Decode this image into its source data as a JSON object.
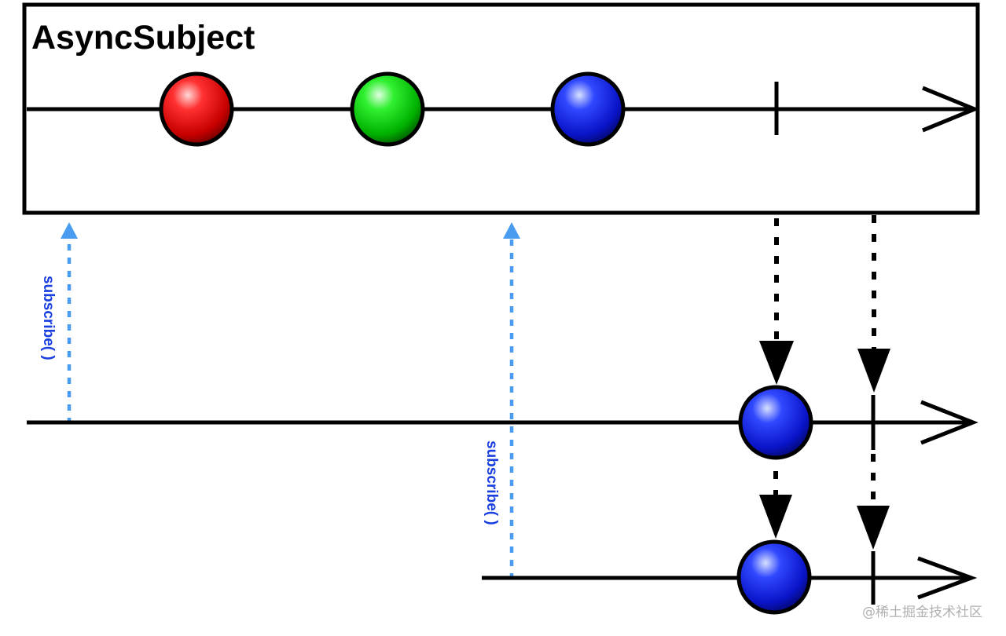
{
  "title": "AsyncSubject",
  "subscribe_label": "subscribe( )",
  "watermark": "@稀土掘金技术社区",
  "colors": {
    "line": "#000000",
    "subscribe_arrow": "#4a9cf0",
    "subscribe_text": "#1a3fe0",
    "marble_red": "#e01010",
    "marble_green": "#10d010",
    "marble_blue": "#1c2ae0"
  },
  "source_timeline": {
    "marbles": [
      {
        "color": "red",
        "icon": "red-marble"
      },
      {
        "color": "green",
        "icon": "green-marble"
      },
      {
        "color": "blue",
        "icon": "blue-marble"
      }
    ],
    "completed": true
  },
  "subscriber_timelines": [
    {
      "emits": [
        "blue"
      ],
      "completed": true
    },
    {
      "emits": [
        "blue"
      ],
      "completed": true
    }
  ]
}
